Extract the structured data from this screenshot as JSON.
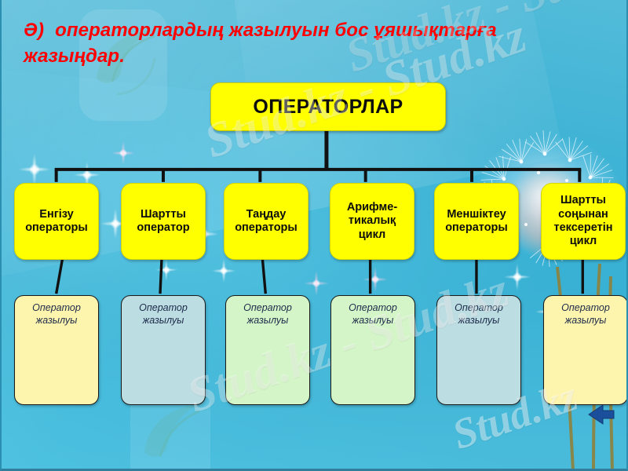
{
  "slide": {
    "background_color": "#3fbbdd",
    "heading": {
      "lead": "Ә)",
      "text": "операторлардың жазылуын бос ұяшықтарға жазыңдар.",
      "color": "#ff0000"
    },
    "root": {
      "label": "ОПЕРАТОРЛАР",
      "fill": "#ffff00",
      "text_color": "#0d0d0d"
    },
    "categories": [
      {
        "label": "Енгізу операторы",
        "fill": "#ffff00"
      },
      {
        "label": "Шартты оператор",
        "fill": "#ffff00"
      },
      {
        "label": "Таңдау операторы",
        "fill": "#ffff00"
      },
      {
        "label": "Арифме- тикалық цикл",
        "fill": "#ffff00"
      },
      {
        "label": "Меншіктеу операторы",
        "fill": "#ffff00"
      },
      {
        "label": "Шартты соңынан тексеретін цикл",
        "fill": "#ffff00"
      }
    ],
    "answer_boxes": [
      {
        "label": "Оператор жазылуы",
        "fill": "#fdf5ae",
        "fill_class": "fill-yellow"
      },
      {
        "label": "Оператор жазылуы",
        "fill": "#bcdde2",
        "fill_class": "fill-blue"
      },
      {
        "label": "Оператор жазылуы",
        "fill": "#d4f5c8",
        "fill_class": "fill-green"
      },
      {
        "label": "Оператор жазылуы",
        "fill": "#d4f5c8",
        "fill_class": "fill-green"
      },
      {
        "label": "Оператор жазылуы",
        "fill": "#bcdde2",
        "fill_class": "fill-blue"
      },
      {
        "label": "Оператор жазылуы",
        "fill": "#fdf5ae",
        "fill_class": "fill-yellow"
      }
    ],
    "arrow": {
      "name": "left-arrow-icon",
      "direction": "left",
      "color": "#1b4f9c"
    },
    "watermarks": [
      "Stud.kz - Stud.kz",
      "Stud.kz - Stud.kz",
      "Stud.kz",
      "Stud.kz - Stud.kz"
    ]
  }
}
